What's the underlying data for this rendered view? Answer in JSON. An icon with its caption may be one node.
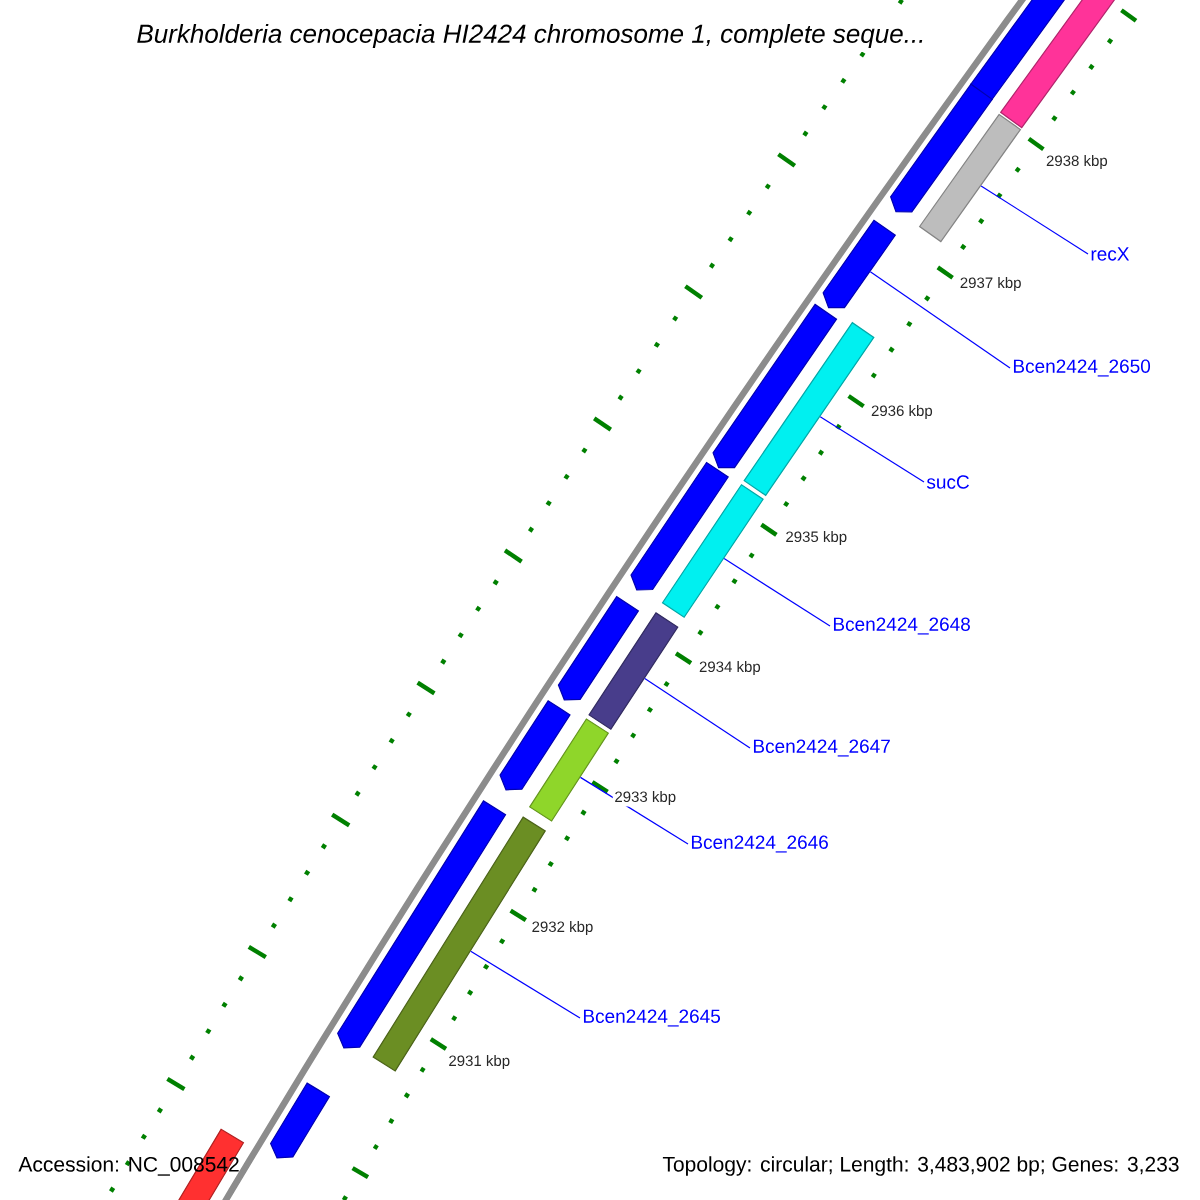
{
  "diagram": {
    "title": "Burkholderia cenocepacia HI2424 chromosome 1, complete seque...",
    "nodes": [
      {
        "text": [
          "recX"
        ]
      },
      {
        "text": [
          "Bcen2424_2650"
        ]
      },
      {
        "text": [
          "sucC"
        ]
      },
      {
        "text": [
          "Bcen2424_2648"
        ]
      },
      {
        "text": [
          "Bcen2424_2647"
        ]
      },
      {
        "text": [
          "Bcen2424_2646"
        ]
      },
      {
        "text": [
          "Bcen2424_2645"
        ]
      },
      {
        "text": [],
        "shape": "bar"
      },
      {
        "text": [],
        "shape": "arrow"
      },
      {
        "text": [],
        "shape": "arrow"
      },
      {
        "text": [],
        "shape": "bar"
      },
      {
        "text": [],
        "shape": "arrow"
      },
      {
        "text": [],
        "shape": "arrow"
      },
      {
        "text": [],
        "shape": "bar"
      },
      {
        "text": [],
        "shape": "arrow"
      },
      {
        "text": [],
        "shape": "bar"
      },
      {
        "text": [],
        "shape": "arrow"
      },
      {
        "text": [],
        "shape": "bar"
      },
      {
        "text": [],
        "shape": "arrow"
      },
      {
        "text": [],
        "shape": "bar"
      },
      {
        "text": [],
        "shape": "arrow"
      },
      {
        "text": [],
        "shape": "bar"
      },
      {
        "text": [],
        "shape": "bar"
      },
      {
        "text": [],
        "shape": "arrow"
      }
    ],
    "edges": [
      {
        "from": 0,
        "to": 10,
        "arrow": "none"
      },
      {
        "from": 1,
        "to": 11,
        "arrow": "none"
      },
      {
        "from": 2,
        "to": 13,
        "arrow": "none"
      },
      {
        "from": 3,
        "to": 15,
        "arrow": "none"
      },
      {
        "from": 4,
        "to": 17,
        "arrow": "none"
      },
      {
        "from": 5,
        "to": 19,
        "arrow": "none"
      },
      {
        "from": 6,
        "to": 21,
        "arrow": "none"
      }
    ],
    "labels": [
      "2938 kbp",
      "2937 kbp",
      "2936 kbp",
      "2935 kbp",
      "2934 kbp",
      "2933 kbp",
      "2932 kbp",
      "2931 kbp",
      "Accession: NC_008542",
      "Topology: circular; Length: 3,483,902 bp; Genes: 3,233"
    ]
  }
}
